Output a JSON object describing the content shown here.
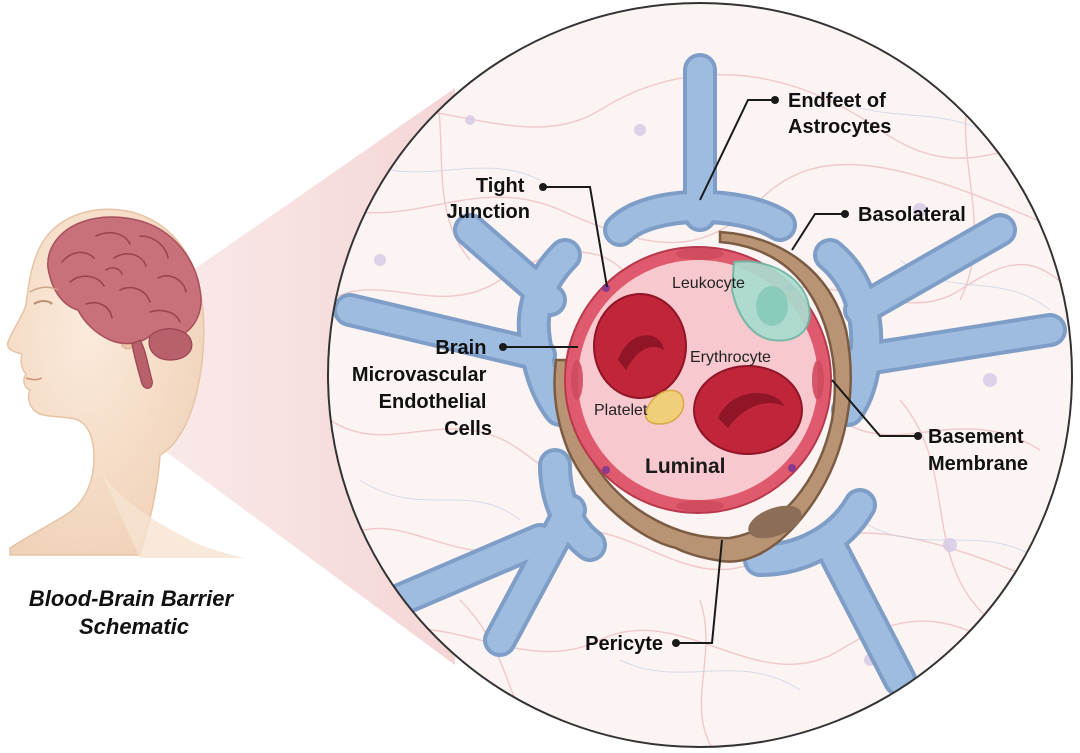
{
  "title": {
    "line1": "Blood-Brain Barrier",
    "line2": "Schematic"
  },
  "labels": {
    "endfeet": {
      "line1": "Endfeet of",
      "line2": "Astrocytes"
    },
    "tight_junction": {
      "line1": "Tight",
      "line2": "Junction"
    },
    "basolateral": "Basolateral",
    "bmec": {
      "line1": "Brain",
      "line2": "Microvascular",
      "line3": "Endothelial",
      "line4": "Cells"
    },
    "basement_membrane": {
      "line1": "Basement",
      "line2": "Membrane"
    },
    "pericyte": "Pericyte"
  },
  "inner_labels": {
    "leukocyte": "Leukocyte",
    "erythrocyte": "Erythrocyte",
    "platelet": "Platelet",
    "luminal": "Luminal"
  },
  "colors": {
    "astrocyte_endfeet": "#8fb0d6",
    "endothelium": "#e05a6e",
    "lumen": "#f7c9cf",
    "erythrocyte": "#c0253a",
    "pericyte": "#b89475",
    "leukocyte": "#a9dccf",
    "platelet": "#f1cf7a",
    "brain": "#c9717b",
    "skin": "#f3ddc8"
  }
}
